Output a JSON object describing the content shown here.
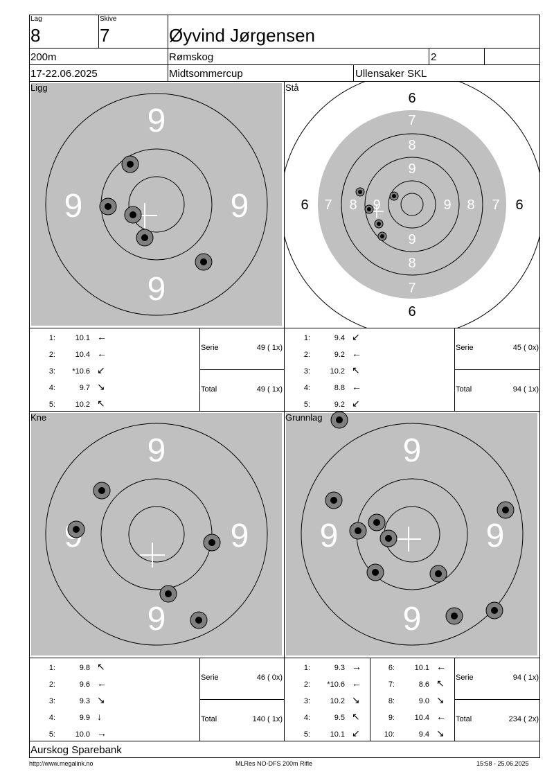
{
  "header": {
    "lag_label": "Lag",
    "lag_value": "8",
    "skive_label": "Skive",
    "skive_value": "7",
    "name": "Øyvind Jørgensen",
    "distance": "200m",
    "place": "Rømskog",
    "place_num": "2",
    "dates": "17-22.06.2025",
    "event": "Midtsommercup",
    "club": "Ullensaker SKL"
  },
  "panels": {
    "ligg": {
      "label": "Ligg"
    },
    "sta": {
      "label": "Stå"
    },
    "kne": {
      "label": "Kne"
    },
    "grunnlag": {
      "label": "Grunnlag"
    }
  },
  "scores": {
    "ligg": {
      "rows": [
        {
          "n": "1:",
          "v": "10.1",
          "arrow": "←"
        },
        {
          "n": "2:",
          "v": "10.4",
          "arrow": "←"
        },
        {
          "n": "3:",
          "v": "*10.6",
          "arrow": "↙"
        },
        {
          "n": "4:",
          "v": "9.7",
          "arrow": "↘"
        },
        {
          "n": "5:",
          "v": "10.2",
          "arrow": "↖"
        }
      ],
      "serie_label": "Serie",
      "serie_value": "49 ( 1x)",
      "total_label": "Total",
      "total_value": "49 ( 1x)"
    },
    "sta": {
      "rows": [
        {
          "n": "1:",
          "v": "9.4",
          "arrow": "↙"
        },
        {
          "n": "2:",
          "v": "9.2",
          "arrow": "←"
        },
        {
          "n": "3:",
          "v": "10.2",
          "arrow": "↖"
        },
        {
          "n": "4:",
          "v": "8.8",
          "arrow": "←"
        },
        {
          "n": "5:",
          "v": "9.2",
          "arrow": "↙"
        }
      ],
      "serie_label": "Serie",
      "serie_value": "45 ( 0x)",
      "total_label": "Total",
      "total_value": "94 ( 1x)"
    },
    "kne": {
      "rows": [
        {
          "n": "1:",
          "v": "9.8",
          "arrow": "↖"
        },
        {
          "n": "2:",
          "v": "9.6",
          "arrow": "←"
        },
        {
          "n": "3:",
          "v": "9.3",
          "arrow": "↘"
        },
        {
          "n": "4:",
          "v": "9.9",
          "arrow": "↓"
        },
        {
          "n": "5:",
          "v": "10.0",
          "arrow": "→"
        }
      ],
      "serie_label": "Serie",
      "serie_value": "46 ( 0x)",
      "total_label": "Total",
      "total_value": "140 ( 1x)"
    },
    "grunnlag": {
      "rows": [
        {
          "n": "1:",
          "v": "9.3",
          "arrow": "→"
        },
        {
          "n": "2:",
          "v": "*10.6",
          "arrow": "←"
        },
        {
          "n": "3:",
          "v": "10.2",
          "arrow": "↘"
        },
        {
          "n": "4:",
          "v": "9.5",
          "arrow": "↖"
        },
        {
          "n": "5:",
          "v": "10.1",
          "arrow": "↙"
        },
        {
          "n": "6:",
          "v": "10.1",
          "arrow": "←"
        },
        {
          "n": "7:",
          "v": "8.6",
          "arrow": "↖"
        },
        {
          "n": "8:",
          "v": "9.0",
          "arrow": "↘"
        },
        {
          "n": "9:",
          "v": "10.4",
          "arrow": "←"
        },
        {
          "n": "10:",
          "v": "9.4",
          "arrow": "↘"
        }
      ],
      "serie_label": "Serie",
      "serie_value": "94 ( 1x)",
      "total_label": "Total",
      "total_value": "234 ( 2x)"
    }
  },
  "target_numbers": {
    "nine": "9",
    "sta_rings": [
      "6",
      "7",
      "8",
      "9"
    ]
  },
  "sponsor": "Aurskog Sparebank",
  "footer": {
    "url": "http://www.megalink.no",
    "program": "MLRes NO-DFS 200m Rifle",
    "timestamp": "15:58 - 25.06.2025"
  },
  "colors": {
    "target_grey": "#c0c0c0",
    "shot_grey": "#808080",
    "shot_black": "#000000"
  }
}
